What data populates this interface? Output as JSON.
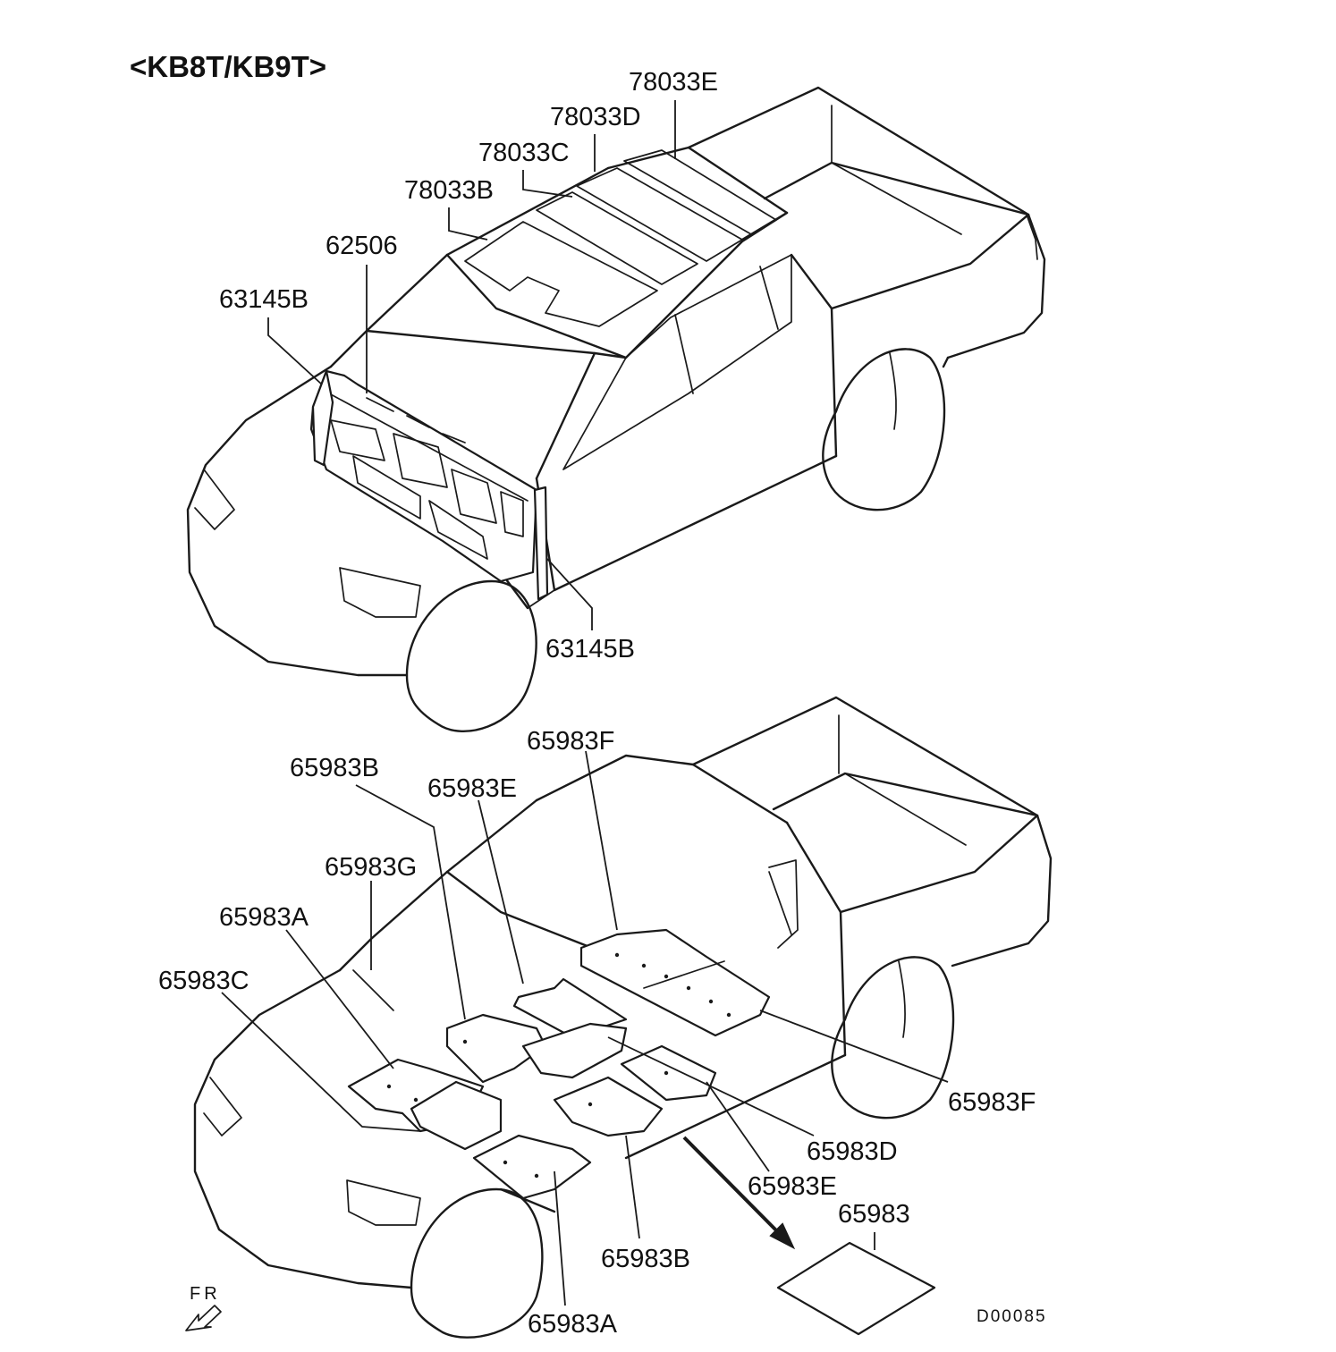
{
  "header": {
    "model": "<KB8T/KB9T>"
  },
  "reference": {
    "code": "D00085"
  },
  "orientation": {
    "front_label": "FR"
  },
  "upper_diagram": {
    "labels": {
      "roof_e": "78033E",
      "roof_d": "78033D",
      "roof_c": "78033C",
      "roof_b": "78033B",
      "dash_insulator": "62506",
      "side_left": "63145B",
      "side_right": "63145B"
    }
  },
  "lower_diagram": {
    "labels": {
      "f_top": "65983F",
      "b_top": "65983B",
      "e_top": "65983E",
      "g": "65983G",
      "a_left": "65983A",
      "c": "65983C",
      "f_right": "65983F",
      "d": "65983D",
      "e_right": "65983E",
      "generic": "65983",
      "b_bottom": "65983B",
      "a_bottom": "65983A"
    }
  }
}
